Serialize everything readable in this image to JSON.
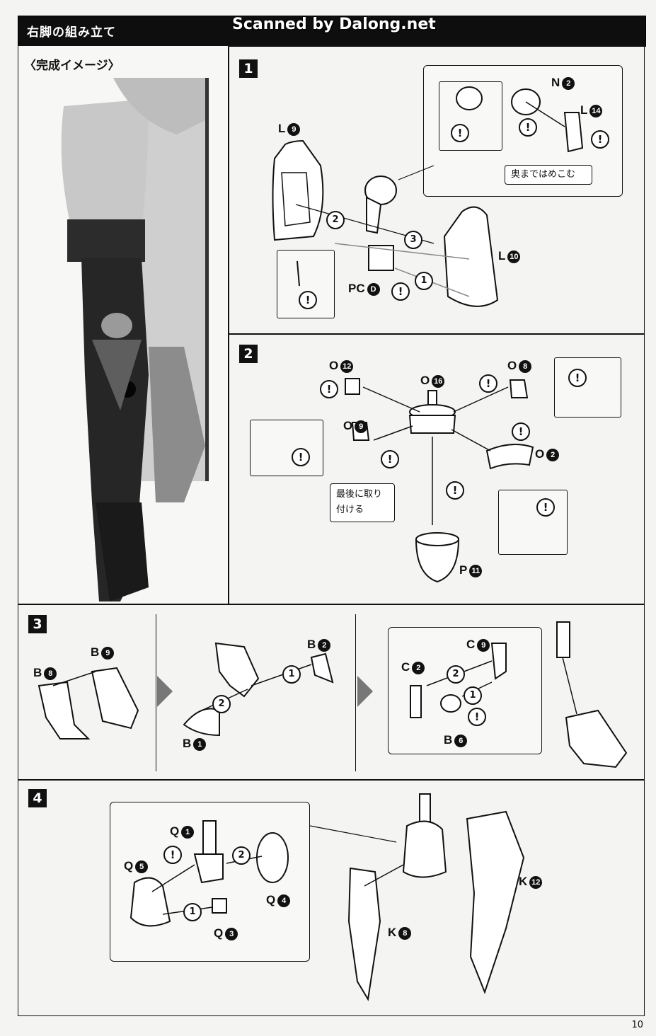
{
  "header": {
    "title": "右脚の組み立て",
    "watermark": "Scanned by Dalong.net"
  },
  "image_panel": {
    "title": "〈完成イメージ〉"
  },
  "steps": [
    {
      "number": "1",
      "parts": [
        {
          "letter": "L",
          "num": "9"
        },
        {
          "letter": "N",
          "num": "2"
        },
        {
          "letter": "L",
          "num": "14"
        },
        {
          "letter": "L",
          "num": "10"
        },
        {
          "letter": "PC",
          "num": "D"
        }
      ],
      "order": [
        "1",
        "2",
        "3"
      ],
      "note": "奥まではめこむ"
    },
    {
      "number": "2",
      "parts": [
        {
          "letter": "O",
          "num": "12"
        },
        {
          "letter": "O",
          "num": "16"
        },
        {
          "letter": "O",
          "num": "8"
        },
        {
          "letter": "O",
          "num": "9"
        },
        {
          "letter": "O",
          "num": "2"
        },
        {
          "letter": "P",
          "num": "11"
        }
      ],
      "note": "最後に取り付ける"
    },
    {
      "number": "3",
      "parts": [
        {
          "letter": "B",
          "num": "8"
        },
        {
          "letter": "B",
          "num": "9"
        },
        {
          "letter": "B",
          "num": "2"
        },
        {
          "letter": "B",
          "num": "1"
        },
        {
          "letter": "C",
          "num": "2"
        },
        {
          "letter": "C",
          "num": "9"
        },
        {
          "letter": "B",
          "num": "6"
        }
      ],
      "order": [
        "1",
        "2"
      ]
    },
    {
      "number": "4",
      "parts": [
        {
          "letter": "Q",
          "num": "1"
        },
        {
          "letter": "Q",
          "num": "5"
        },
        {
          "letter": "Q",
          "num": "4"
        },
        {
          "letter": "Q",
          "num": "3"
        },
        {
          "letter": "K",
          "num": "12"
        },
        {
          "letter": "K",
          "num": "8"
        }
      ],
      "order": [
        "1",
        "2"
      ]
    }
  ],
  "warning_symbol": "!",
  "page_number": "10",
  "colors": {
    "ink": "#111111",
    "paper": "#f4f4f2",
    "arrow": "#777777",
    "header": "#0e0e0e"
  }
}
